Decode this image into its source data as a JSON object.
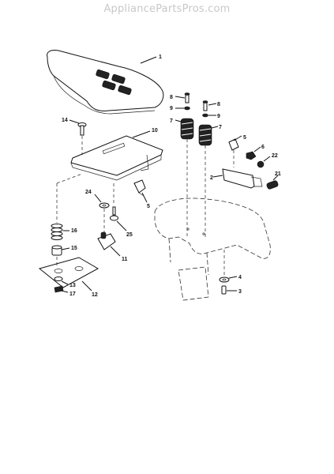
{
  "watermark": "AppliancePartsPros.com",
  "callouts": [
    {
      "id": "c1",
      "text": "1"
    },
    {
      "id": "c2",
      "text": "2"
    },
    {
      "id": "c3",
      "text": "3"
    },
    {
      "id": "c4",
      "text": "4"
    },
    {
      "id": "c5a",
      "text": "5"
    },
    {
      "id": "c5b",
      "text": "5"
    },
    {
      "id": "c6",
      "text": "6"
    },
    {
      "id": "c7a",
      "text": "7"
    },
    {
      "id": "c7b",
      "text": "7"
    },
    {
      "id": "c8a",
      "text": "8"
    },
    {
      "id": "c8b",
      "text": "8"
    },
    {
      "id": "c9a",
      "text": "9"
    },
    {
      "id": "c9b",
      "text": "9"
    },
    {
      "id": "c10",
      "text": "10"
    },
    {
      "id": "c11",
      "text": "11"
    },
    {
      "id": "c12",
      "text": "12"
    },
    {
      "id": "c13",
      "text": "13"
    },
    {
      "id": "c14",
      "text": "14"
    },
    {
      "id": "c15",
      "text": "15"
    },
    {
      "id": "c16",
      "text": "16"
    },
    {
      "id": "c17",
      "text": "17"
    },
    {
      "id": "c21",
      "text": "21"
    },
    {
      "id": "c22",
      "text": "22"
    },
    {
      "id": "c24",
      "text": "24"
    },
    {
      "id": "c25",
      "text": "25"
    }
  ]
}
